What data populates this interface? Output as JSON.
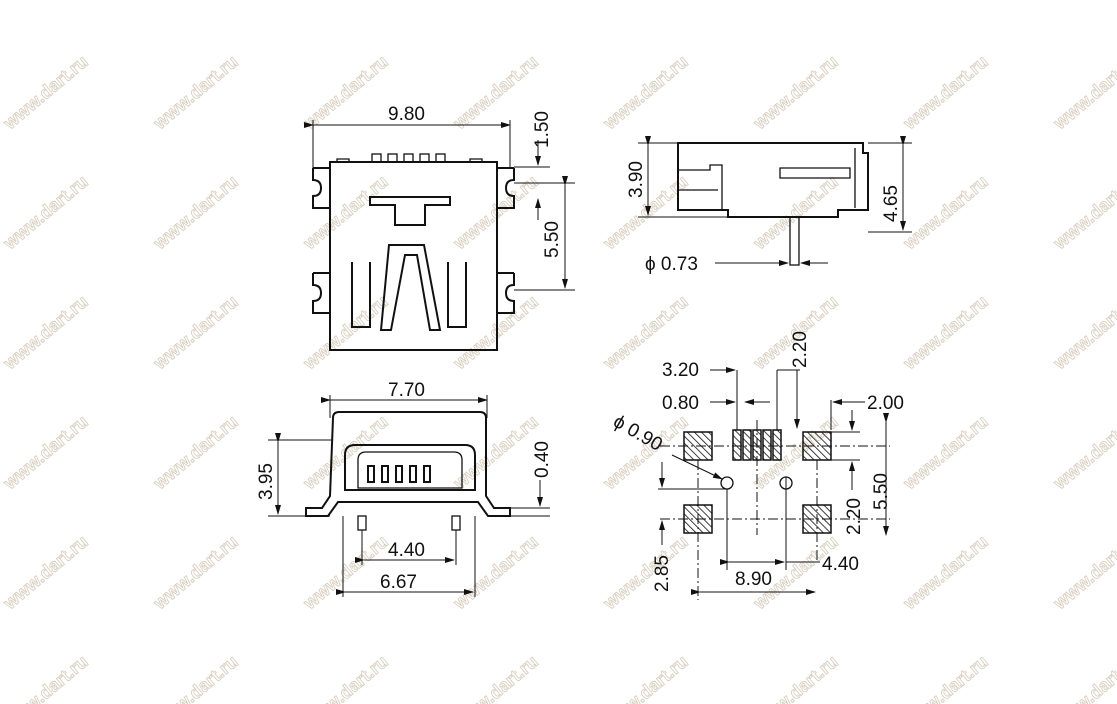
{
  "watermark": "www.dart.ru",
  "top_view": {
    "width": "9.80",
    "top_offset": "1.50",
    "tab_pitch": "5.50"
  },
  "side_view": {
    "body_height": "3.90",
    "total_height": "4.65",
    "pin_diameter": "ϕ 0.73"
  },
  "front_view": {
    "width": "7.70",
    "height": "3.95",
    "thickness": "0.40",
    "inner_pin_pitch": "4.40",
    "outer_pin_pitch": "6.67"
  },
  "footprint": {
    "signal_block": "3.20",
    "signal_pitch": "0.80",
    "pad_offset_top": "2.20",
    "pad_size": "2.00",
    "hole_diameter": "ϕ 0.90",
    "hole_offset": "2.20",
    "pad_pitch_y": "5.50",
    "hole_to_pad": "2.85",
    "pad_pitch_x": "8.90",
    "hole_pitch": "4.40"
  }
}
